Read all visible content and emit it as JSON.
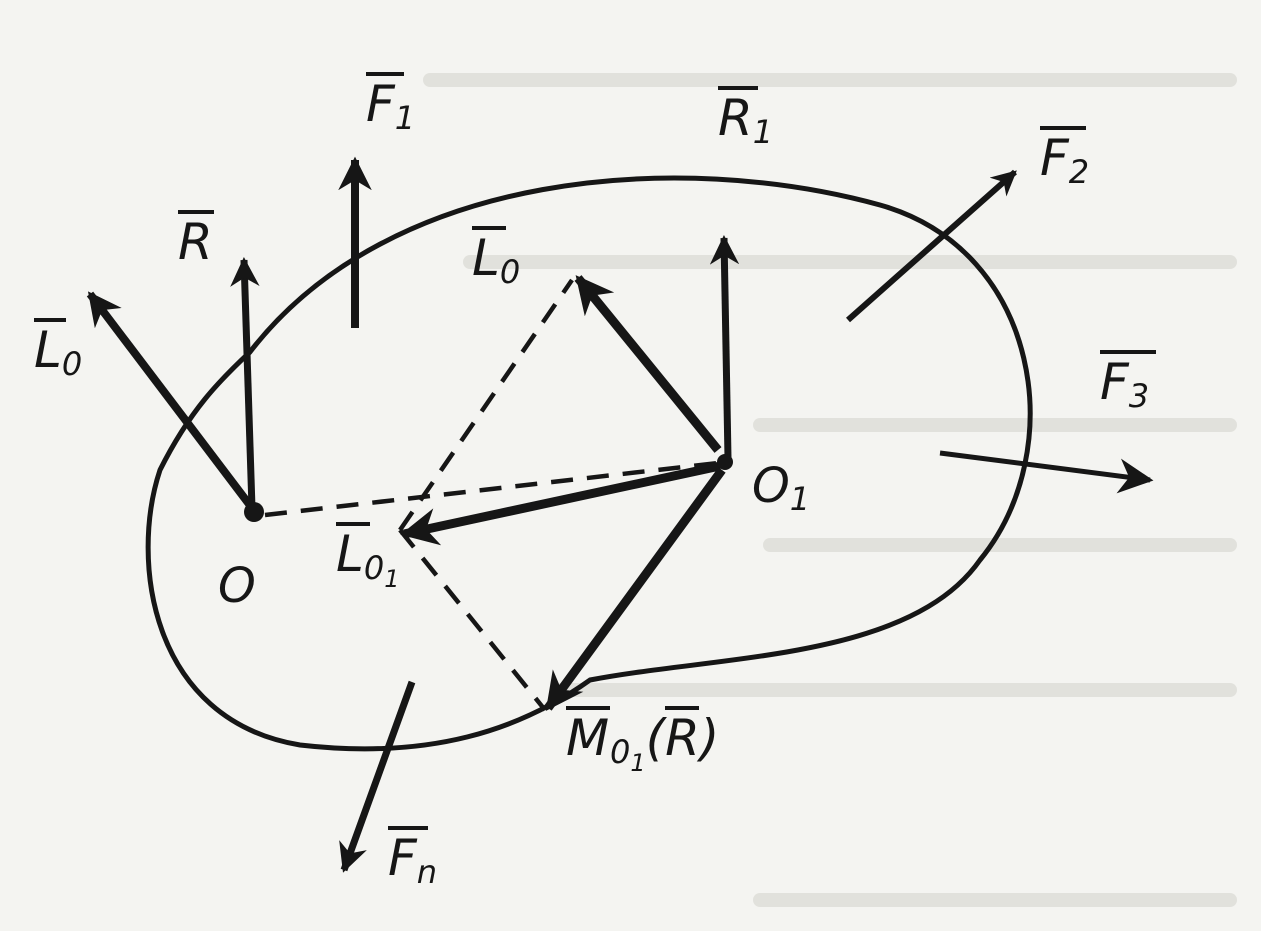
{
  "labels": {
    "F1": {
      "main": "F",
      "sub": "1"
    },
    "R1": {
      "main": "R",
      "sub": "1"
    },
    "F2": {
      "main": "F",
      "sub": "2"
    },
    "R": {
      "main": "R"
    },
    "L0_left": {
      "main": "L",
      "sub": "0"
    },
    "L0_mid": {
      "main": "L",
      "sub": "0"
    },
    "F3": {
      "main": "F",
      "sub": "3"
    },
    "L01": {
      "main": "L",
      "sub": "0",
      "subsub": "1"
    },
    "M01R": {
      "main": "M",
      "sub": "0",
      "subsub": "1",
      "arg": "R"
    },
    "Fn": {
      "main": "F",
      "sub": "n"
    }
  },
  "points": {
    "O": {
      "main": "O"
    },
    "O1": {
      "main": "O",
      "sub": "1"
    }
  },
  "colors": {
    "ink": "#161616",
    "paper": "#f4f4f1"
  }
}
